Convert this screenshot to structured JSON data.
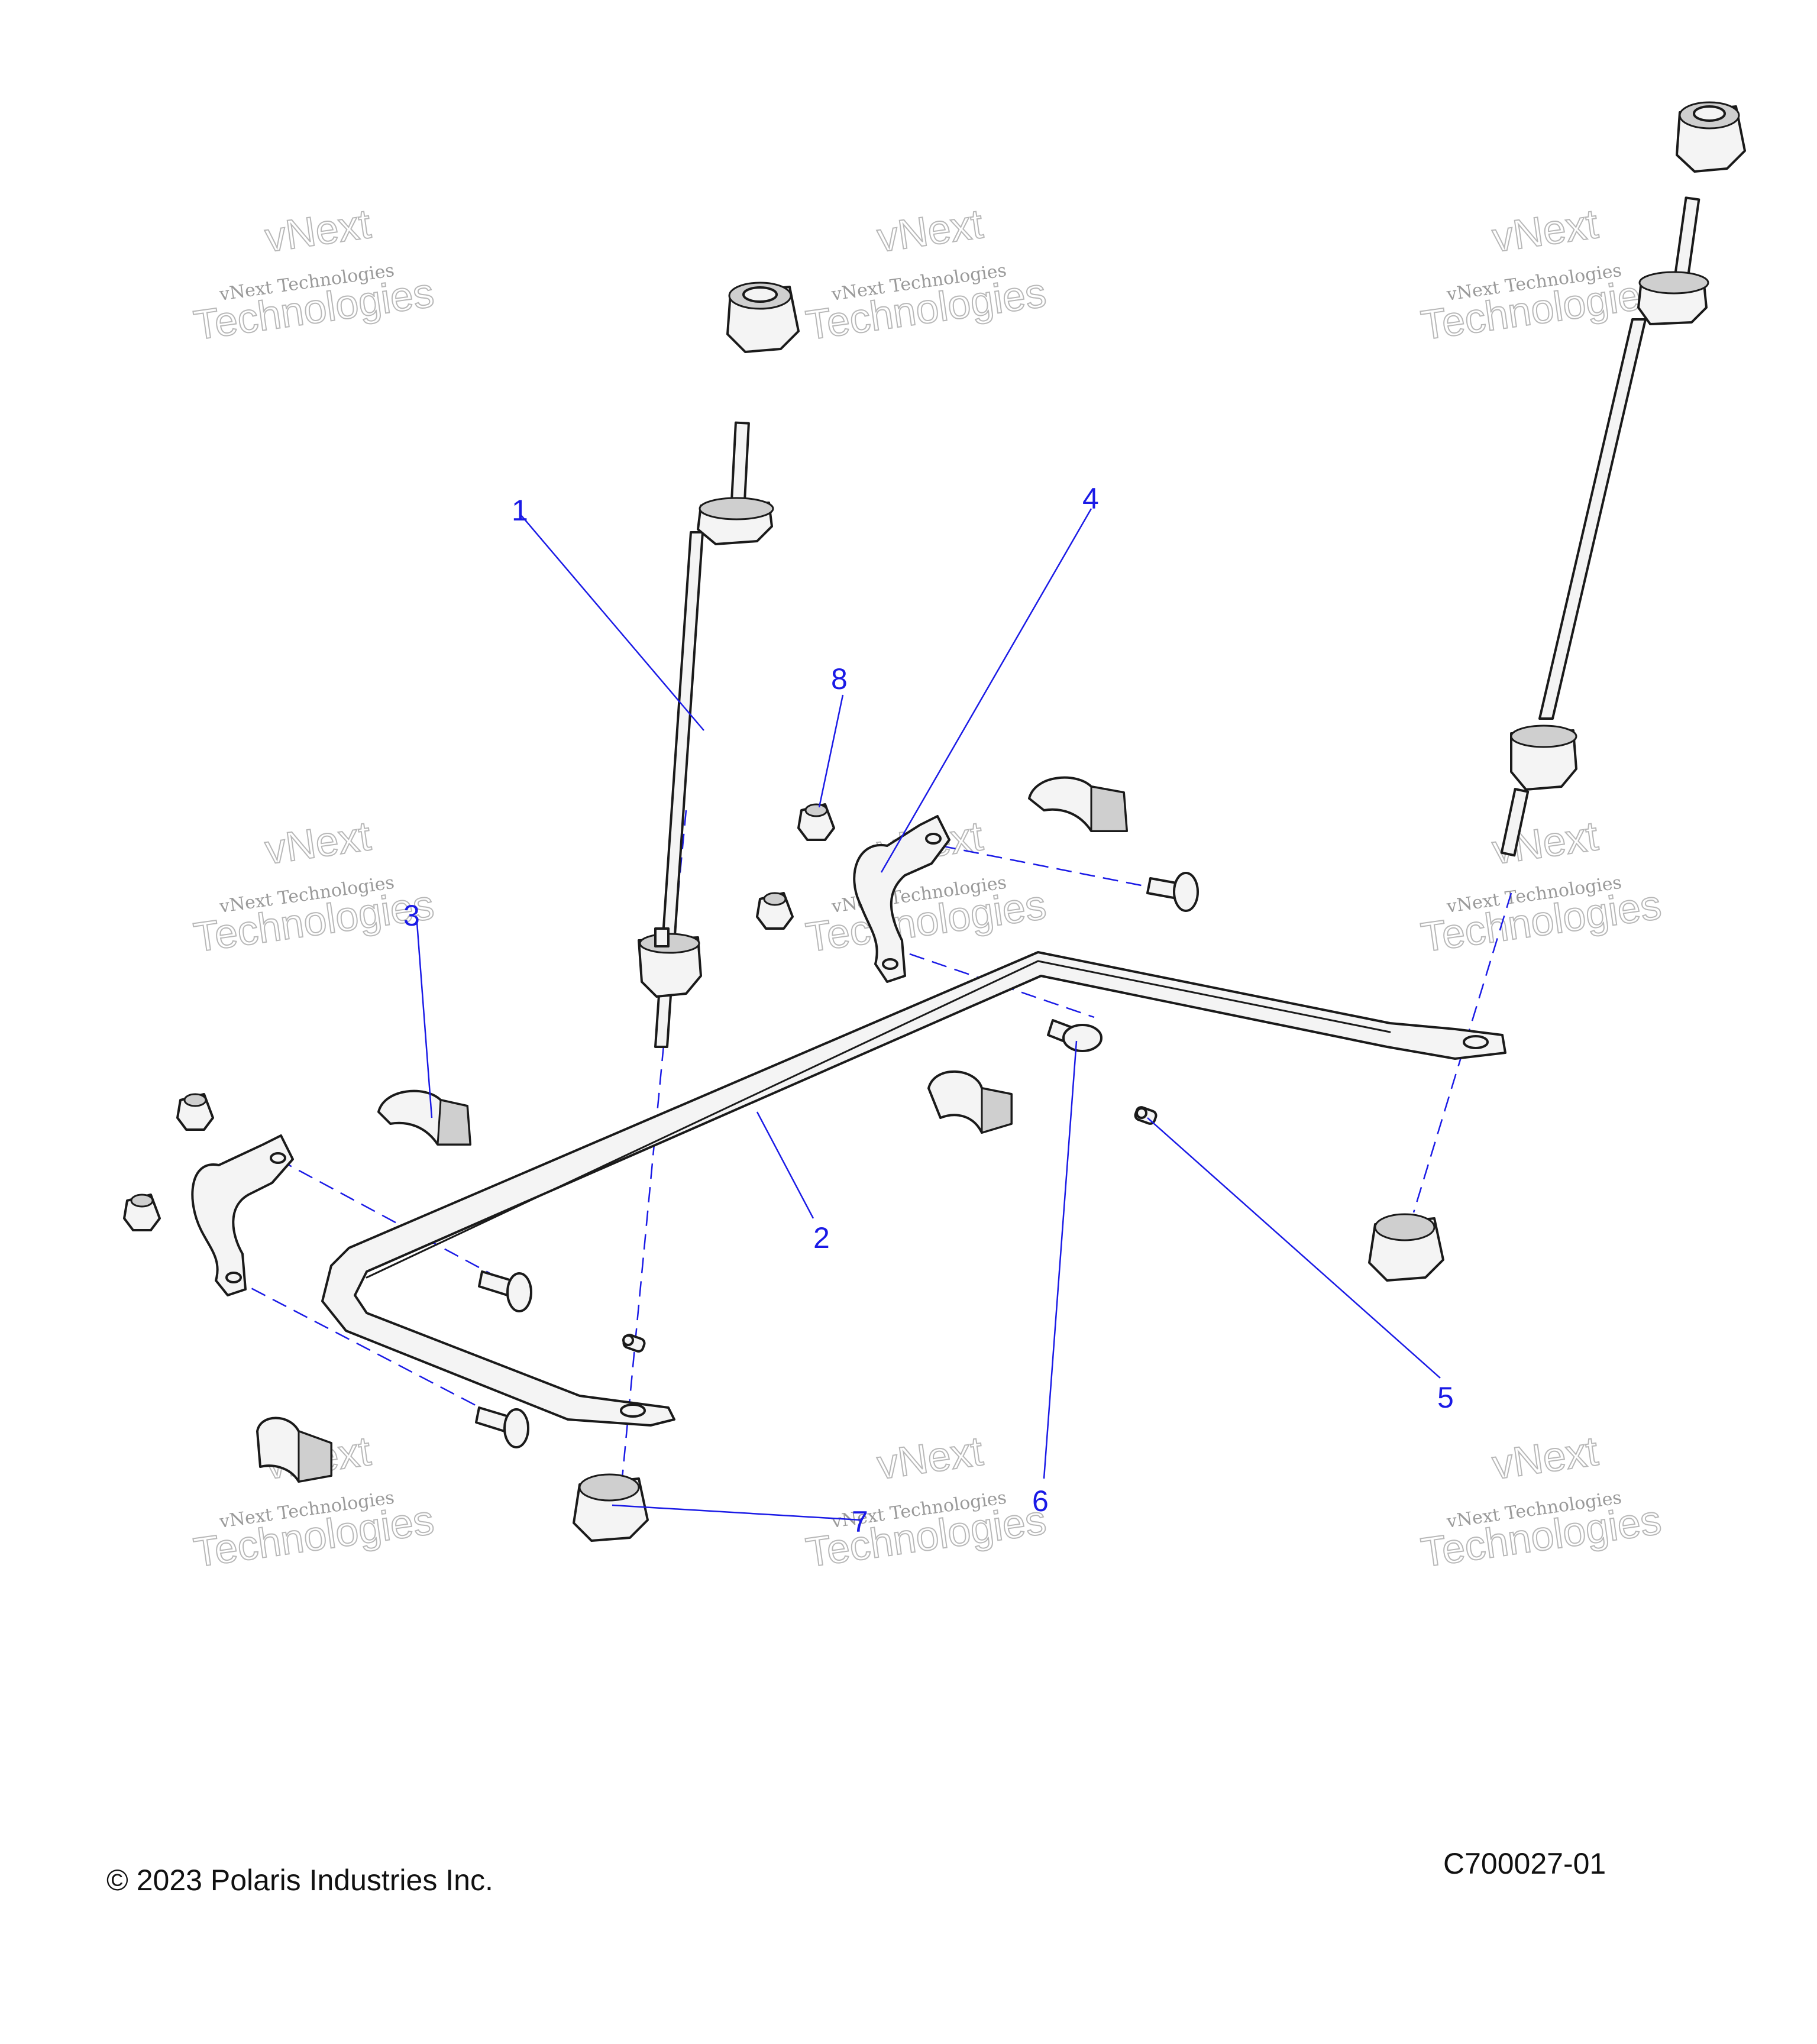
{
  "diagram": {
    "callouts": [
      "1",
      "2",
      "3",
      "4",
      "5",
      "6",
      "7",
      "8"
    ],
    "watermark": {
      "line1": "vNext Technologies",
      "line2": "vNext",
      "line3": "Technologies"
    }
  },
  "footer": {
    "copyright": "© 2023 Polaris Industries Inc.",
    "figure_id": "C700027-01"
  }
}
